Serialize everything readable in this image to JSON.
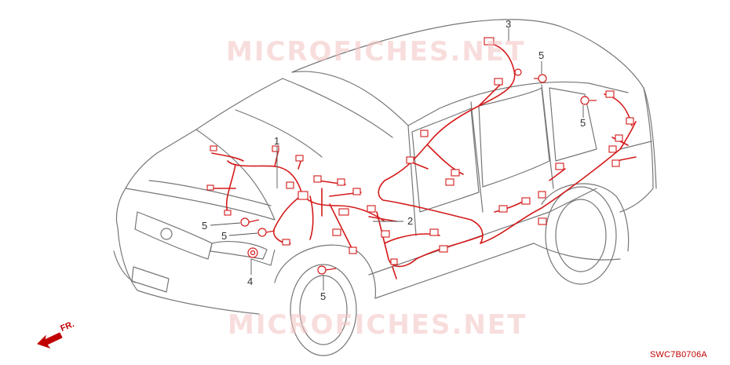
{
  "diagram": {
    "watermark_top": "MICROFICHES.NET",
    "watermark_bottom": "MICROFICHES.NET",
    "diagram_code": "SWC7B0706A",
    "front_indicator": "FR.",
    "callouts": {
      "c1": "1",
      "c2": "2",
      "c3": "3",
      "c4": "4",
      "c5a": "5",
      "c5b": "5",
      "c5c": "5",
      "c5d": "5",
      "c5e": "5"
    }
  },
  "colors": {
    "car_outline": "#7a7a7a",
    "harness": "#d41a1a",
    "watermark": "#f3c3c3"
  }
}
